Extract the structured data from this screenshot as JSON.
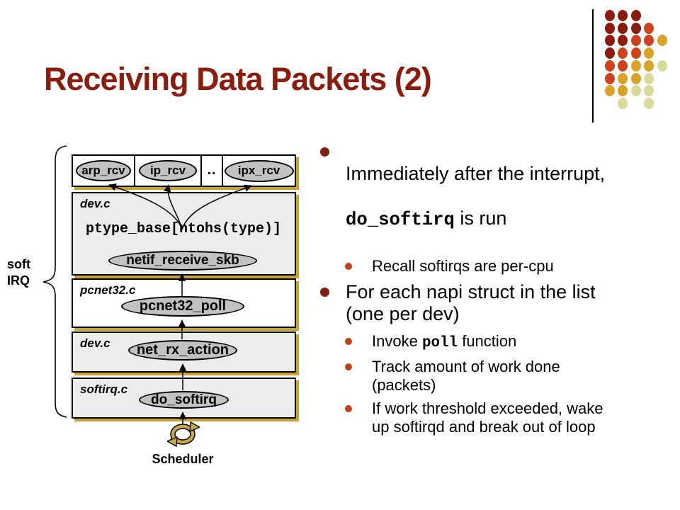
{
  "title": "Receiving Data Packets (2)",
  "diagram": {
    "brace_label": "soft\nIRQ",
    "top_row": {
      "cell1": "arp_rcv",
      "cell2": "ip_rcv",
      "cell3": "..",
      "cell4": "ipx_rcv"
    },
    "dev_layer": {
      "file": "dev.c",
      "code": "ptype_base[ntohs(type)]",
      "func": "netif_receive_skb"
    },
    "pcnet_layer": {
      "file": "pcnet32.c",
      "func": "pcnet32_poll"
    },
    "dev2_layer": {
      "file": "dev.c",
      "func": "net_rx_action"
    },
    "softirq_layer": {
      "file": "softirq.c",
      "func": "do_softirq"
    },
    "scheduler_label": "Scheduler",
    "scheduler_icon": "cycle-arrows-icon"
  },
  "bullets": {
    "item1_text": "Immediately after the interrupt,",
    "item1_code": "do_softirq",
    "item1_suffix": " is run",
    "item1_sub1": "Recall softirqs are per-cpu",
    "item2_text": "For each napi struct in the list\n(one per dev)",
    "item2_sub1_pre": "Invoke ",
    "item2_sub1_code": "poll",
    "item2_sub1_post": " function",
    "item2_sub2": "Track amount of work done\n(packets)",
    "item2_sub3": "If work threshold exceeded, wake\nup softirqd and break out of loop"
  },
  "colors": {
    "title": "#8C1D0E",
    "bullet_level1": "#7E1F10",
    "bullet_level2": "#C03E18",
    "box_gray": "#ECECEC",
    "ellipse_gray": "#C2C2C2",
    "gold_shadow": "#C9A232"
  },
  "decoration": {
    "palette": {
      "darkred": "#8B1A0F",
      "red": "#CF431C",
      "gold": "#D9A326",
      "pale": "#D8DA9A"
    },
    "rows": [
      [
        "darkred",
        "darkred",
        "darkred"
      ],
      [
        "darkred",
        "darkred",
        "darkred",
        "red"
      ],
      [
        "darkred",
        "darkred",
        "red",
        "red",
        "gold"
      ],
      [
        "darkred",
        "red",
        "red",
        "gold"
      ],
      [
        "red",
        "red",
        "gold",
        "gold",
        "pale"
      ],
      [
        "red",
        "gold",
        "gold",
        "pale"
      ],
      [
        "gold",
        "gold",
        "pale",
        "pale"
      ],
      [
        null,
        "pale",
        null,
        "pale"
      ]
    ]
  }
}
